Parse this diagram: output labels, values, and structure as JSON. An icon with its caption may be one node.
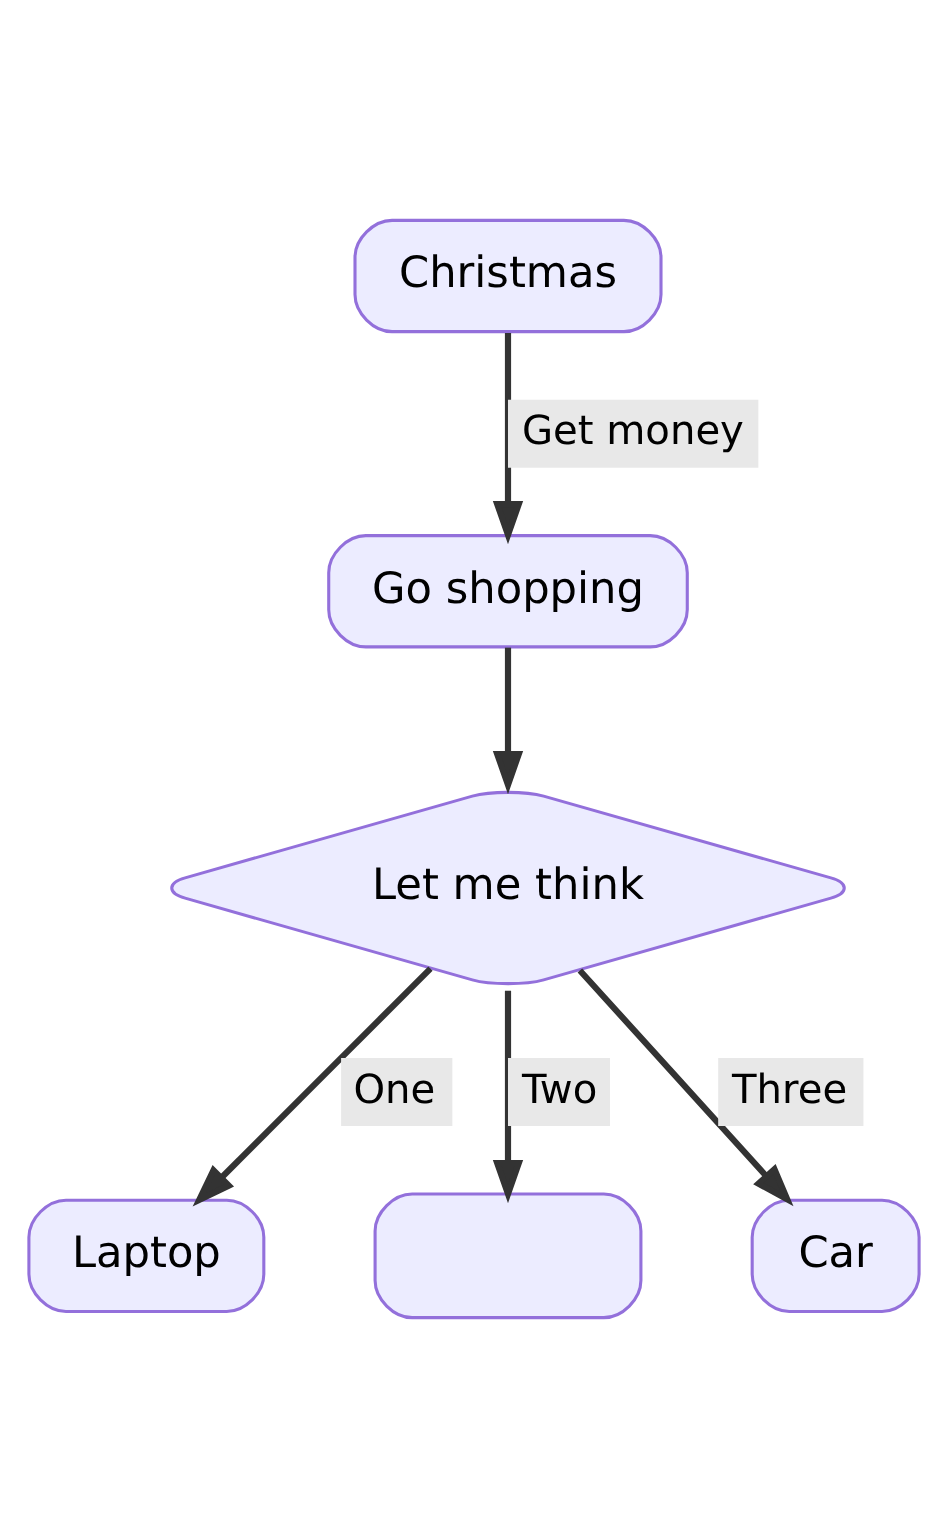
{
  "diagram": {
    "nodes": [
      {
        "text": [
          "Christmas"
        ]
      },
      {
        "text": [
          "Go shopping"
        ]
      },
      {
        "text": [
          "Let me think"
        ]
      },
      {
        "text": [
          "Laptop"
        ]
      },
      {
        "text": [],
        "shape": "box"
      },
      {
        "text": [
          "Car"
        ]
      }
    ],
    "edges": [
      {
        "from": 0,
        "to": 1,
        "arrow": "to",
        "label": "Get money"
      },
      {
        "from": 1,
        "to": 2,
        "arrow": "to"
      },
      {
        "from": 2,
        "to": 3,
        "arrow": "to",
        "label": "One"
      },
      {
        "from": 2,
        "to": 4,
        "arrow": "to",
        "label": "Two"
      },
      {
        "from": 2,
        "to": 5,
        "arrow": "to",
        "label": "Three"
      }
    ]
  }
}
